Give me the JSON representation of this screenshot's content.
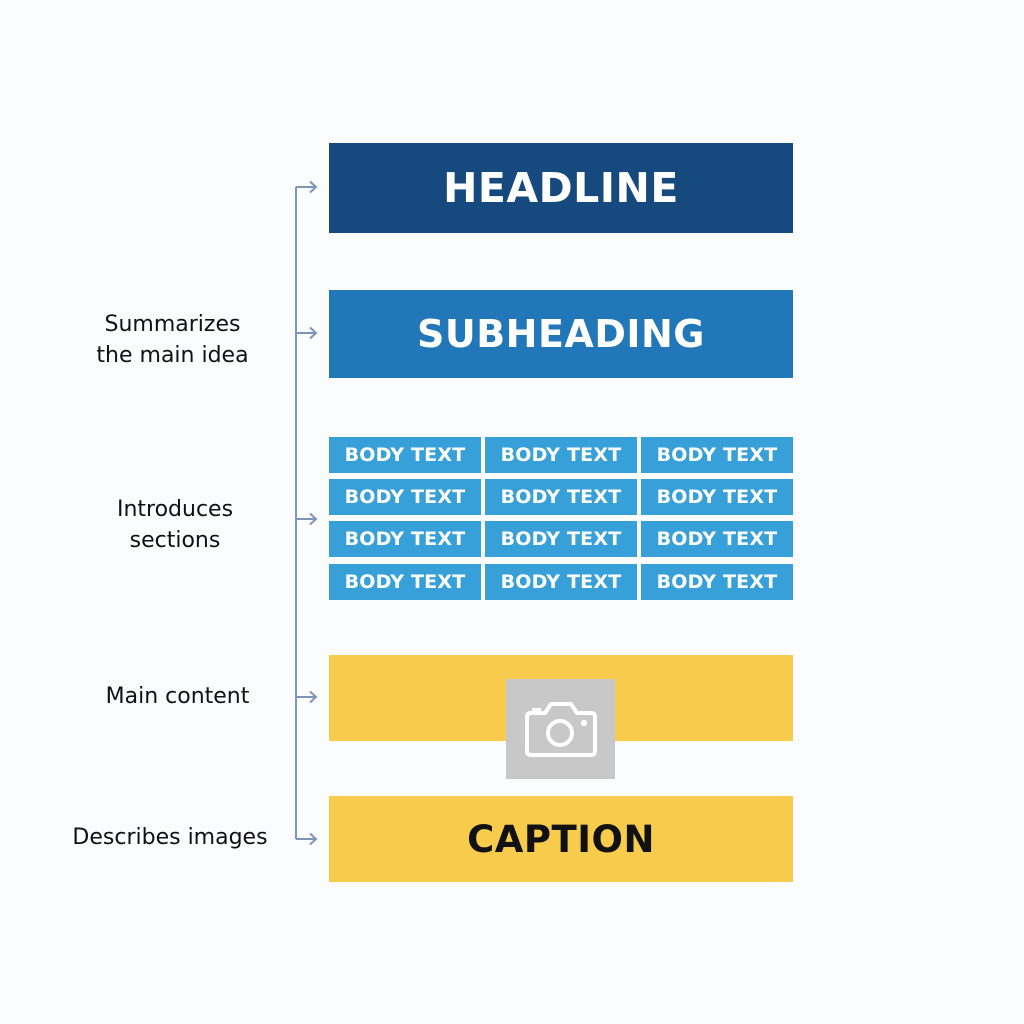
{
  "diagram": {
    "blocks": {
      "headline": "HEADLINE",
      "subheading": "SUBHEADING",
      "body_text": [
        [
          "BODY TEXT",
          "BODY TEXT",
          "BODY TEXT"
        ],
        [
          "BODY TEXT",
          "BODY TEXT",
          "BODY TEXT"
        ],
        [
          "BODY TEXT",
          "BODY TEXT",
          "BODY TEXT"
        ],
        [
          "BODY TEXT",
          "BODY TEXT",
          "BODY TEXT"
        ]
      ],
      "image_icon": "camera-icon",
      "caption": "CAPTION"
    },
    "annotations": {
      "summarizes": [
        "Summarizes",
        "the main idea"
      ],
      "introduces": [
        "Introduces",
        "sections"
      ],
      "main_content": "Main content",
      "describes_images": "Describes images"
    },
    "colors": {
      "headline": "#164a7e",
      "subheading": "#2277b8",
      "body": "#38a0d8",
      "main_and_caption": "#f7cb4b",
      "image_placeholder": "#c8c8c8",
      "connector": "#7d95b8"
    }
  }
}
